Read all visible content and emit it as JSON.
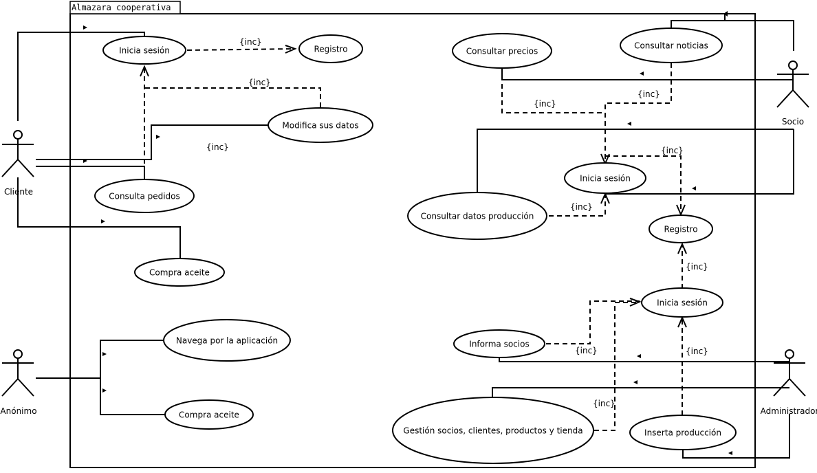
{
  "system": {
    "name": "Almazara cooperativa"
  },
  "actors": {
    "cliente": "Cliente",
    "socio": "Socio",
    "anonimo": "Anónimo",
    "administrador": "Administrador"
  },
  "use_cases": {
    "cliente_inicia_sesion": "Inicia sesión",
    "cliente_registro": "Registro",
    "modifica_datos": "Modifica sus datos",
    "consulta_pedidos": "Consulta pedidos",
    "cliente_compra_aceite": "Compra aceite",
    "navega": "Navega por la aplicación",
    "anonimo_compra_aceite": "Compra aceite",
    "consultar_precios": "Consultar precios",
    "consultar_noticias": "Consultar noticias",
    "socio_inicia_sesion": "Inicia sesión",
    "consultar_produccion": "Consultar datos producción",
    "registro": "Registro",
    "admin_inicia_sesion": "Inicia sesión",
    "informa_socios": "Informa socios",
    "gestion": "Gestión socios, clientes, productos y tienda",
    "inserta_produccion": "Inserta producción"
  },
  "relation_label": "{inc}"
}
